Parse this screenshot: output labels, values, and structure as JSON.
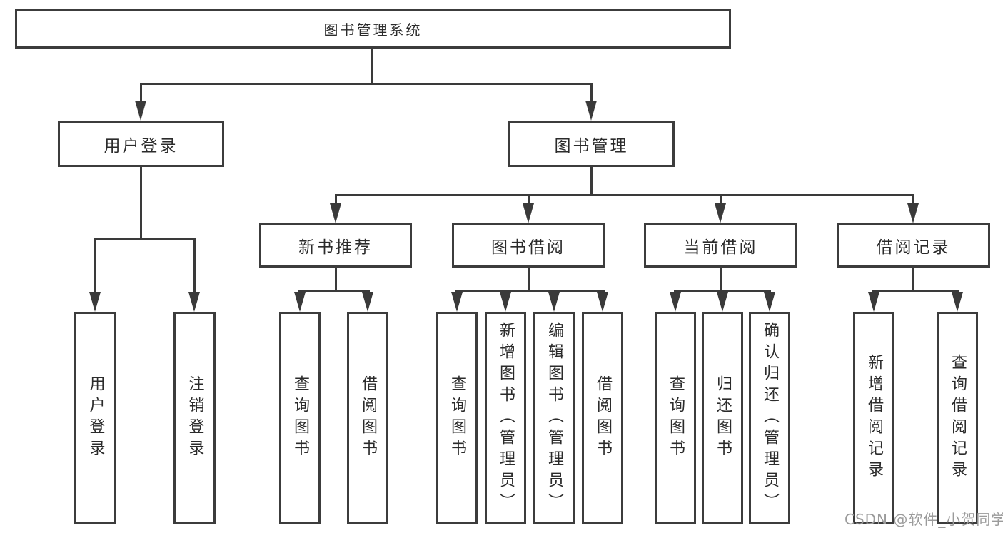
{
  "diagram": {
    "title_node": {
      "label": "图书管理系统"
    },
    "level2": [
      {
        "label": "用户登录"
      },
      {
        "label": "图书管理"
      }
    ],
    "level3": [
      {
        "label": "新书推荐"
      },
      {
        "label": "图书借阅"
      },
      {
        "label": "当前借阅"
      },
      {
        "label": "借阅记录"
      }
    ],
    "leaves": [
      {
        "label": "用户登录"
      },
      {
        "label": "注销登录"
      },
      {
        "label": "查询图书"
      },
      {
        "label": "借阅图书"
      },
      {
        "label": "查询图书"
      },
      {
        "label": "新增图书（管理员）"
      },
      {
        "label": "编辑图书（管理员）"
      },
      {
        "label": "借阅图书"
      },
      {
        "label": "查询图书"
      },
      {
        "label": "归还图书"
      },
      {
        "label": "确认归还（管理员）"
      },
      {
        "label": "新增借阅记录"
      },
      {
        "label": "查询借阅记录"
      }
    ],
    "line_color": "#3a3a3a"
  },
  "watermark": {
    "text": "CSDN @软件_小贺同学"
  }
}
